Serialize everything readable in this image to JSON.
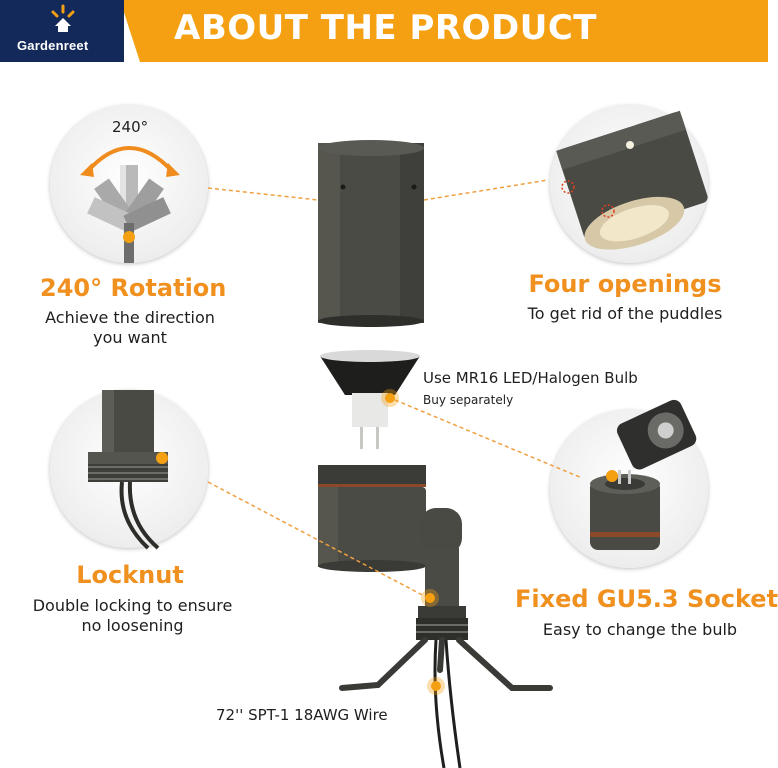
{
  "brand": {
    "name": "Gardenreet"
  },
  "header": {
    "title": "ABOUT THE PRODUCT"
  },
  "colors": {
    "header_bg": "#f5a012",
    "logo_bg": "#12295a",
    "accent": "#f0901e",
    "metal": "#4a4a45"
  },
  "rotation": {
    "angle_label": "240°",
    "title": "240° Rotation",
    "desc_line1": "Achieve the direction",
    "desc_line2": "you want"
  },
  "openings": {
    "title": "Four openings",
    "desc": "To get rid of the puddles"
  },
  "bulb": {
    "label": "Use MR16 LED/Halogen Bulb",
    "note": "Buy separately"
  },
  "locknut": {
    "title": "Locknut",
    "desc_line1": "Double locking to ensure",
    "desc_line2": "no loosening"
  },
  "socket": {
    "title": "Fixed GU5.3 Socket",
    "desc": "Easy to change the bulb"
  },
  "wire": {
    "label": "72'' SPT-1 18AWG  Wire"
  }
}
